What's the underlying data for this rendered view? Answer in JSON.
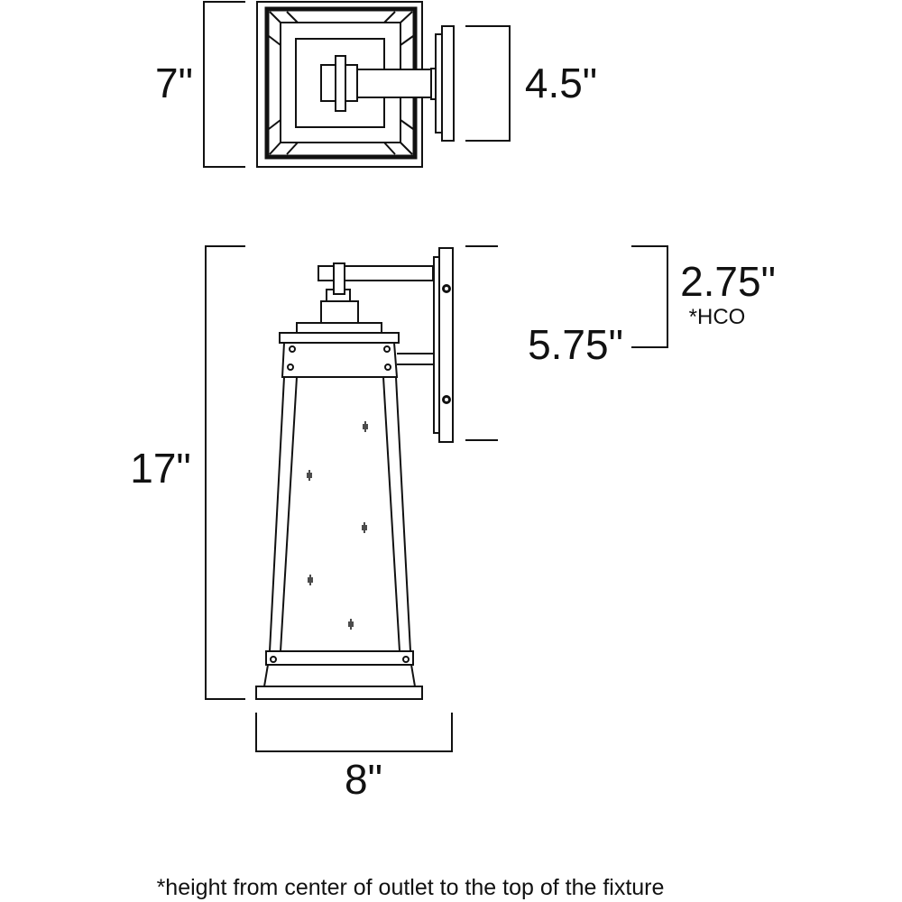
{
  "dimensions": {
    "top_depth": "7\"",
    "top_backplate_width": "4.5\"",
    "height": "17\"",
    "width": "8\"",
    "backplate_height": "5.75\"",
    "hco": "2.75\"",
    "hco_label": "*HCO"
  },
  "footnote": "*height from center of outlet to the top of the fixture",
  "colors": {
    "line": "#111111",
    "background": "#ffffff"
  }
}
